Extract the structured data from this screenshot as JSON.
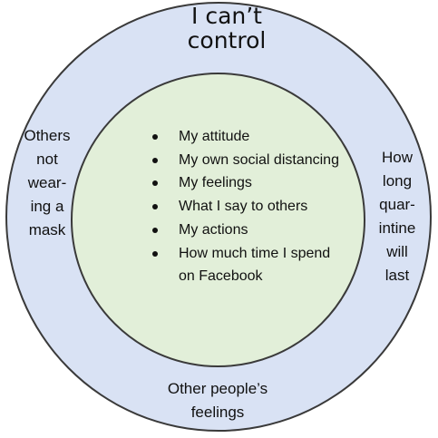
{
  "diagram": {
    "title": "I can’t\ncontrol",
    "outer_labels": {
      "left": "Others\nnot\nwear-\ning a\nmask",
      "right": "How\nlong\nquar-\nintine\nwill\nlast",
      "bottom": "Other people’s\nfeelings"
    },
    "inner_items": [
      {
        "text": "My attitude"
      },
      {
        "text": "My own social distancing"
      },
      {
        "text": "My feelings"
      },
      {
        "text": "What I say to others"
      },
      {
        "text": "My actions"
      },
      {
        "text": "How much time I spend on Facebook"
      }
    ],
    "colors": {
      "outer_fill": "#d9e2f4",
      "inner_fill": "#e2efd9",
      "border": "#3a3a3a"
    }
  }
}
